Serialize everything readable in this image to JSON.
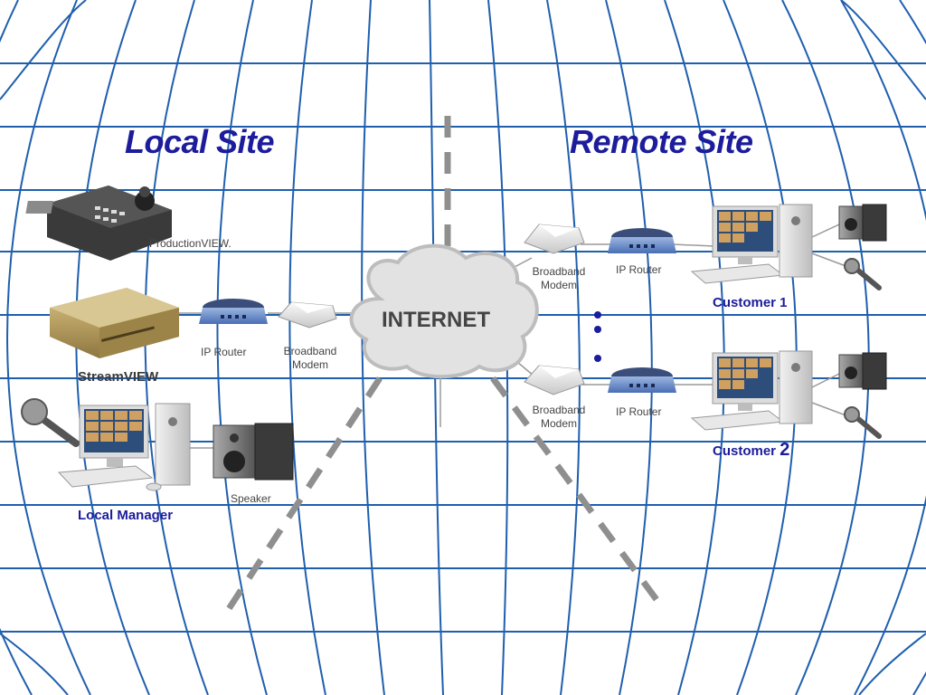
{
  "titles": {
    "local": "Local Site",
    "remote": "Remote Site"
  },
  "cloud_label": "INTERNET",
  "local_site": {
    "production_label": "ProductionVIEW.",
    "streamview_label": "StreamVIEW",
    "router_label": "IP Router",
    "modem_label": "Broadband Modem",
    "manager_label": "Local Manager",
    "speaker_label": "Speaker"
  },
  "remote_site": {
    "customer1": {
      "modem_label": "Broadband Modem",
      "router_label": "IP Router",
      "label": "Customer 1"
    },
    "customer2": {
      "modem_label": "Broadband Modem",
      "router_label": "IP Router",
      "label_text": "Customer ",
      "label_num": "2"
    }
  },
  "colors": {
    "grid_lines": "#1f5fae",
    "title_blue": "#1c1c9c",
    "dashed_gray": "#8f8f8f",
    "cloud_fill": "#e2e2e2"
  }
}
